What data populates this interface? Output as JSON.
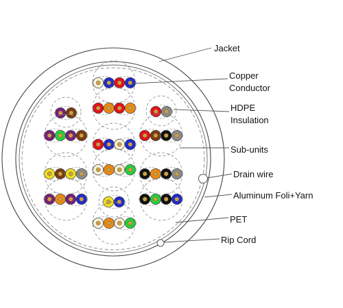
{
  "labels": {
    "jacket": "Jacket",
    "copper_line1": "Copper",
    "copper_line2": "Conductor",
    "hdpe_line1": "HDPE",
    "hdpe_line2": "Insulation",
    "subunits": "Sub-units",
    "drain_wire": "Drain wire",
    "aluminum": "Aluminum Foli+Yarn",
    "pet": "PET",
    "rip_cord": "Rip Cord"
  },
  "colors": {
    "white": "#f7f0d8",
    "blue": "#1f2ad0",
    "orange": "#f08a10",
    "red": "#e8101a",
    "green": "#22d23a",
    "brown": "#7a3c10",
    "black": "#111111",
    "gray": "#8c8c8c",
    "purple": "#7a1f7e",
    "yellow": "#f0e020",
    "copper": "#c8a04a",
    "line": "#555555"
  },
  "subunits": [
    {
      "pairs": [
        [
          "white",
          "blue"
        ],
        [
          "red",
          "blue"
        ]
      ]
    },
    {
      "pairs": [
        [
          "red",
          "orange"
        ],
        [
          "red",
          "orange"
        ]
      ]
    },
    {
      "pairs": [
        [
          "purple",
          "brown"
        ]
      ]
    },
    {
      "pairs": [
        [
          "purple",
          "green"
        ],
        [
          "purple",
          "brown"
        ]
      ]
    },
    {
      "pairs": [
        [
          "red",
          "blue"
        ],
        [
          "white",
          "blue"
        ]
      ]
    },
    {
      "pairs": [
        [
          "white",
          "orange"
        ],
        [
          "white",
          "green"
        ]
      ]
    },
    {
      "pairs": [
        [
          "red",
          "gray"
        ]
      ]
    },
    {
      "pairs": [
        [
          "red",
          "brown"
        ],
        [
          "black",
          "gray"
        ]
      ]
    },
    {
      "pairs": [
        [
          "yellow",
          "brown"
        ],
        [
          "yellow",
          "gray"
        ]
      ]
    },
    {
      "pairs": [
        [
          "purple",
          "orange"
        ],
        [
          "purple",
          "blue"
        ]
      ]
    },
    {
      "pairs": [
        [
          "black",
          "orange"
        ],
        [
          "black",
          "gray"
        ]
      ]
    },
    {
      "pairs": [
        [
          "black",
          "green"
        ],
        [
          "black",
          "blue"
        ]
      ]
    },
    {
      "pairs": [
        [
          "yellow",
          "blue"
        ]
      ]
    },
    {
      "pairs": [
        [
          "white",
          "orange"
        ],
        [
          "white",
          "green"
        ]
      ]
    }
  ]
}
